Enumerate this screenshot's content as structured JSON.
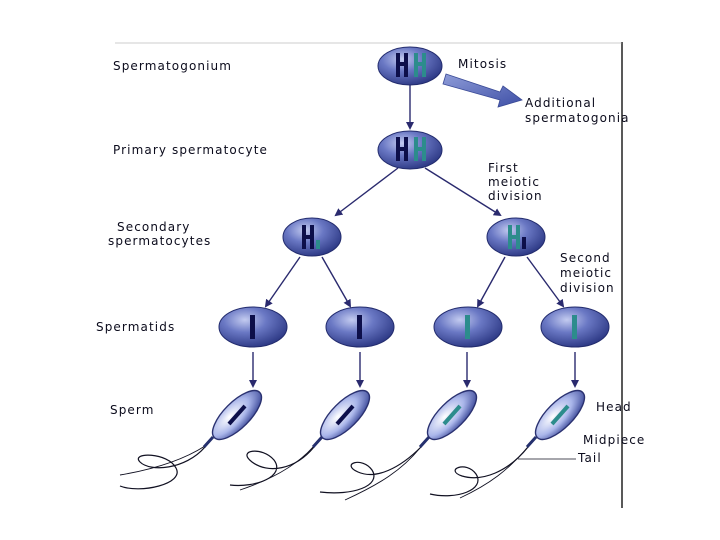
{
  "labels": {
    "spermatogonium": "Spermatogonium",
    "mitosis": "Mitosis",
    "additional_1": "Additional",
    "additional_2": "spermatogonia",
    "primary_spermatocyte": "Primary spermatocyte",
    "first_meiotic_1": "First",
    "first_meiotic_2": "meiotic",
    "first_meiotic_3": "division",
    "secondary_1": "Secondary",
    "secondary_2": "spermatocytes",
    "second_meiotic_1": "Second",
    "second_meiotic_2": "meiotic",
    "second_meiotic_3": "division",
    "spermatids": "Spermatids",
    "sperm": "Sperm",
    "head": "Head",
    "midpiece": "Midpiece",
    "tail": "Tail"
  },
  "colors": {
    "cell_fill": "#3e4d9c",
    "cell_highlight": "#c3cbf0",
    "chromosome_dark": "#0d0f4a",
    "chromosome_teal": "#2c8c8c",
    "arrow": "#2a2a6e",
    "big_arrow": "#5a6fb8",
    "tail_line": "#111122"
  }
}
